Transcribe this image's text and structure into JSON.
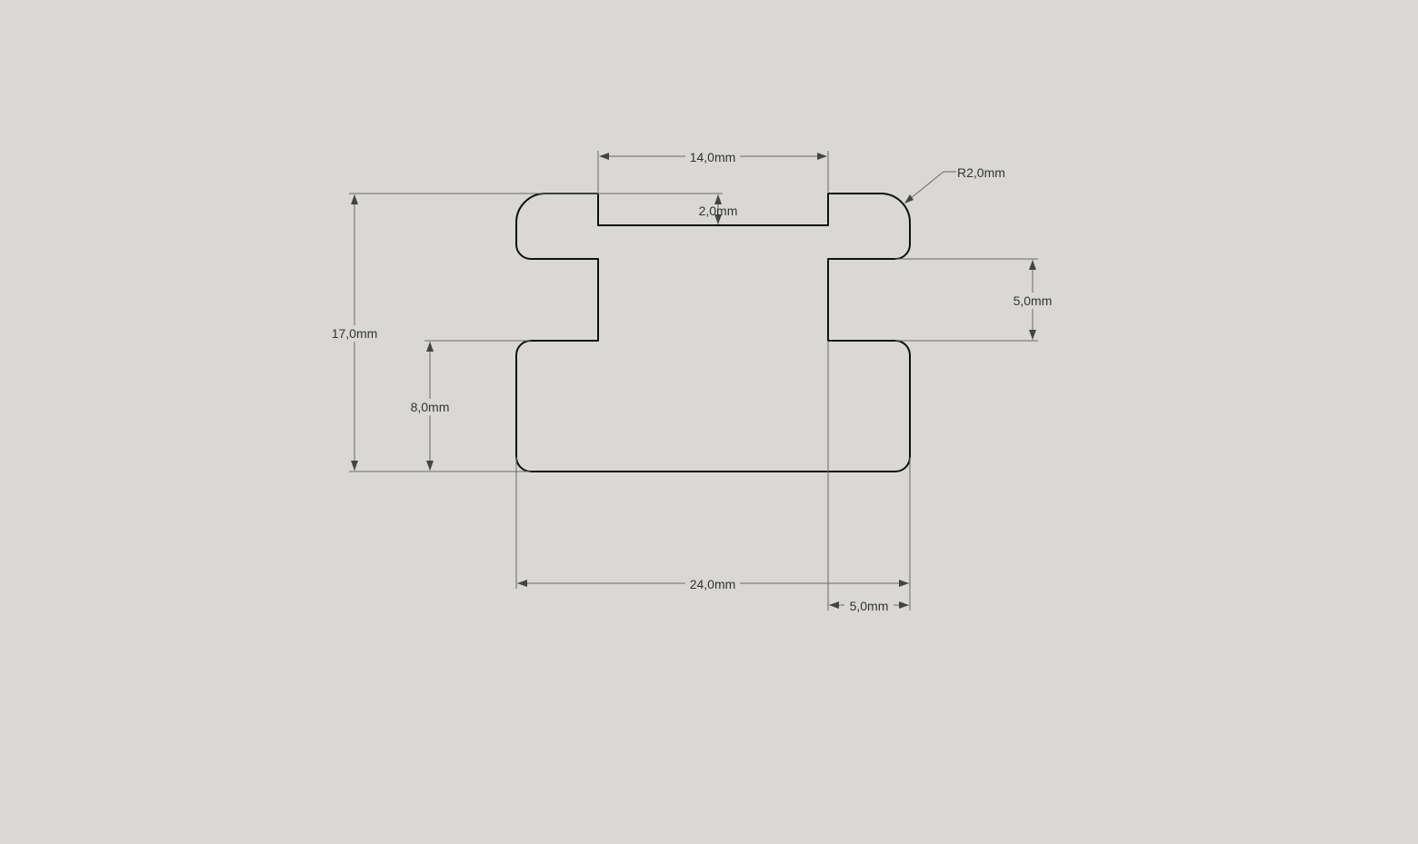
{
  "colors": {
    "background": "#d9d8d4",
    "outline": "#111111",
    "dimension": "#6a6a6a",
    "text": "#333333"
  },
  "dimensions": {
    "top_width": "14,0mm",
    "top_depth": "2,0mm",
    "radius": "R2,0mm",
    "total_height": "17,0mm",
    "lower_height": "8,0mm",
    "slot_height": "5,0mm",
    "total_width": "24,0mm",
    "side_width": "5,0mm"
  }
}
